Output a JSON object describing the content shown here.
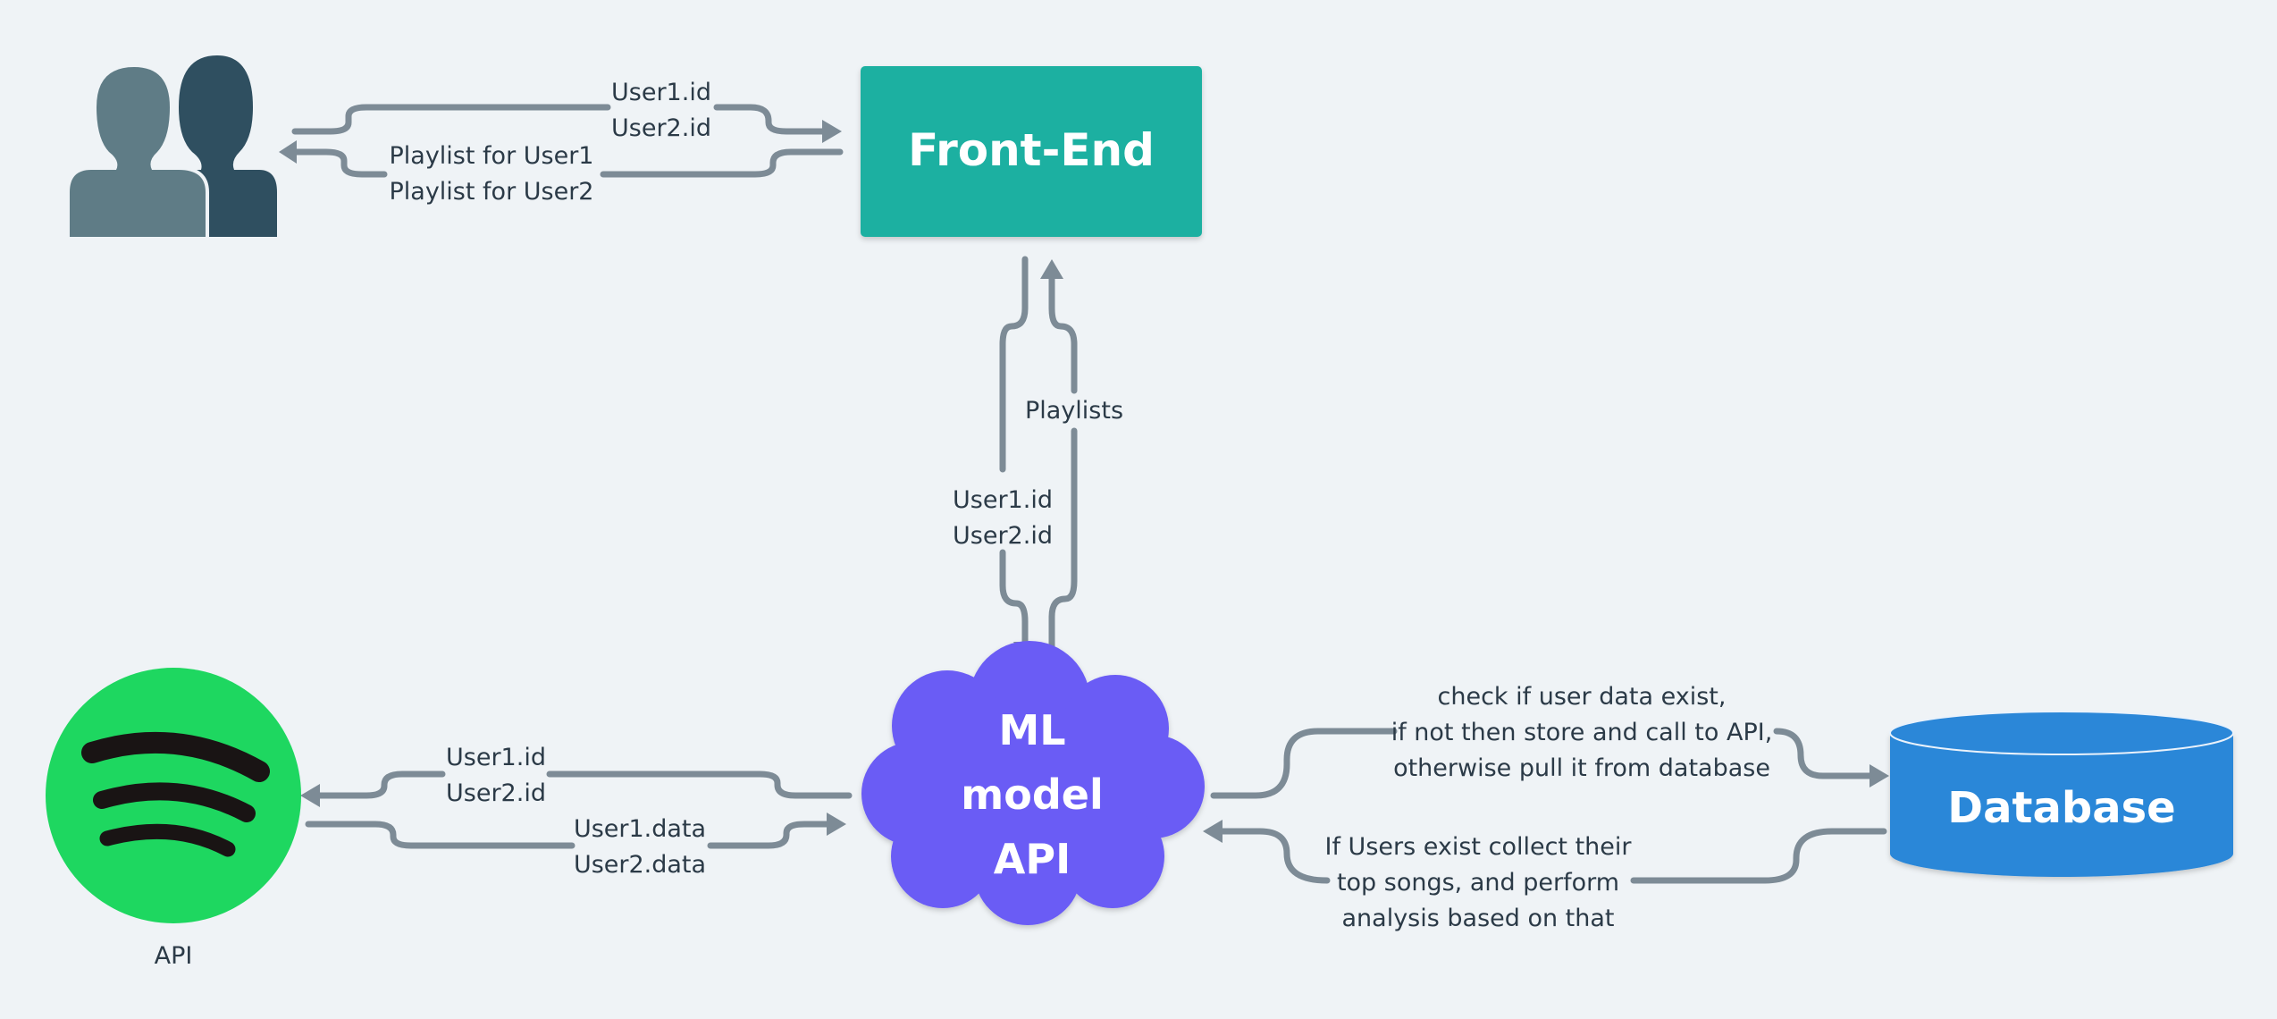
{
  "colors": {
    "background": "#eff3f6",
    "connector": "#7d8b96",
    "frontend": "#1bb0a1",
    "ml_cloud": "#6a5cf5",
    "database": "#2b87d8",
    "spotify": "#1ed760",
    "users_front": "#5f7c86",
    "users_back": "#2f4f60"
  },
  "nodes": {
    "users": {
      "icon": "users-icon"
    },
    "frontend": {
      "title": "Front-End"
    },
    "ml": {
      "line1": "ML",
      "line2": "model",
      "line3": "API"
    },
    "database": {
      "title": "Database"
    },
    "spotify": {
      "icon": "spotify-icon",
      "caption": "API"
    }
  },
  "edges": {
    "users_to_frontend": {
      "line1": "User1.id",
      "line2": "User2.id"
    },
    "frontend_to_users": {
      "line1": "Playlist for User1",
      "line2": "Playlist for User2"
    },
    "frontend_to_ml": {
      "line1": "User1.id",
      "line2": "User2.id"
    },
    "ml_to_frontend": {
      "line1": "Playlists"
    },
    "ml_to_spotify": {
      "line1": "User1.id",
      "line2": "User2.id"
    },
    "spotify_to_ml": {
      "line1": "User1.data",
      "line2": "User2.data"
    },
    "ml_to_db": {
      "line1": "check if user data exist,",
      "line2": "if not then store and call to API,",
      "line3": "otherwise pull it from database"
    },
    "db_to_ml": {
      "line1": "If Users exist collect their",
      "line2": "top songs, and perform",
      "line3": "analysis based on that"
    }
  }
}
